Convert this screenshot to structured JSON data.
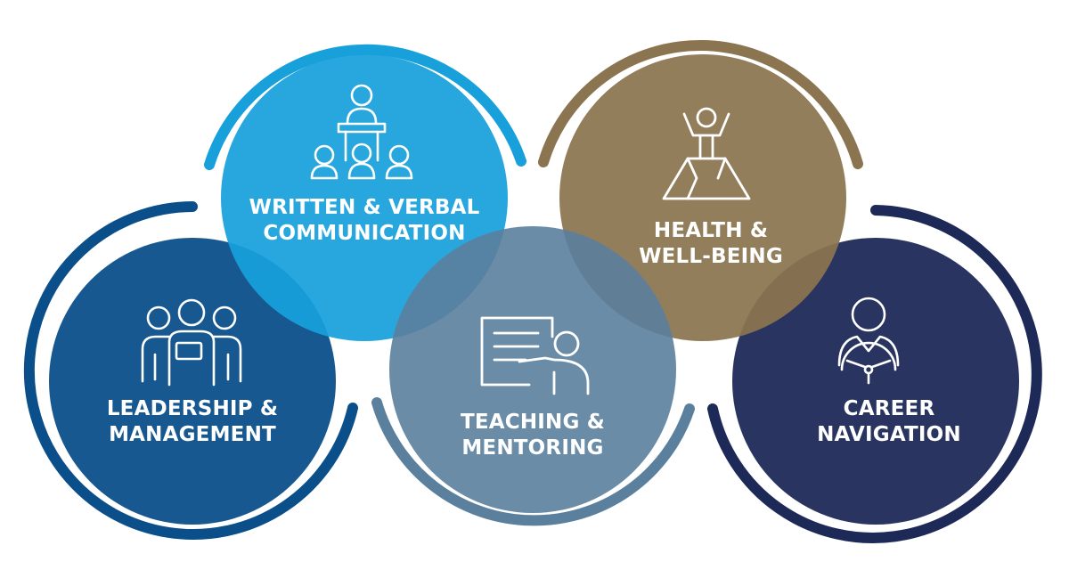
{
  "colors": {
    "leadership": "#0b4f8a",
    "communication": "#18a0db",
    "teaching": "#5b809d",
    "health": "#8b7450",
    "career": "#1d2a57"
  },
  "circles": [
    {
      "id": "leadership",
      "icon": "team-icon",
      "lines": [
        "LEADERSHIP &",
        "MANAGEMENT"
      ]
    },
    {
      "id": "communication",
      "icon": "presenter-audience-icon",
      "lines": [
        "WRITTEN & VERBAL",
        "COMMUNICATION"
      ]
    },
    {
      "id": "teaching",
      "icon": "teaching-board-icon",
      "lines": [
        "TEACHING &",
        "MENTORING"
      ]
    },
    {
      "id": "health",
      "icon": "person-on-mountain-icon",
      "lines": [
        "HEALTH &",
        "WELL-BEING"
      ]
    },
    {
      "id": "career",
      "icon": "person-steering-wheel-icon",
      "lines": [
        "CAREER",
        "NAVIGATION"
      ]
    }
  ]
}
